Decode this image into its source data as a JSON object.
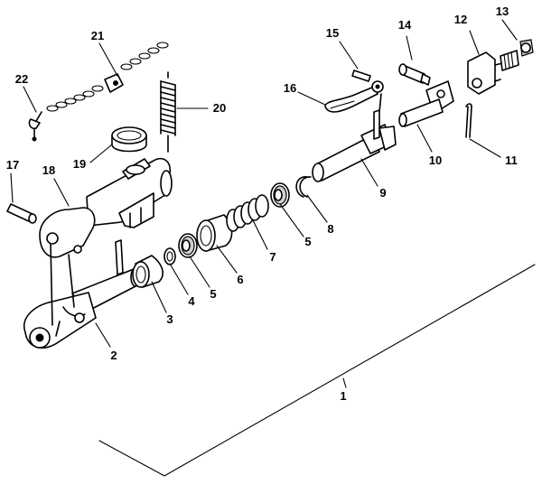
{
  "callouts": [
    {
      "id": "c1",
      "text": "1"
    },
    {
      "id": "c2",
      "text": "2"
    },
    {
      "id": "c3",
      "text": "3"
    },
    {
      "id": "c4",
      "text": "4"
    },
    {
      "id": "c5a",
      "text": "5"
    },
    {
      "id": "c5b",
      "text": "5"
    },
    {
      "id": "c6",
      "text": "6"
    },
    {
      "id": "c7",
      "text": "7"
    },
    {
      "id": "c8",
      "text": "8"
    },
    {
      "id": "c9",
      "text": "9"
    },
    {
      "id": "c10",
      "text": "10"
    },
    {
      "id": "c11",
      "text": "11"
    },
    {
      "id": "c12",
      "text": "12"
    },
    {
      "id": "c13",
      "text": "13"
    },
    {
      "id": "c14",
      "text": "14"
    },
    {
      "id": "c15",
      "text": "15"
    },
    {
      "id": "c16",
      "text": "16"
    },
    {
      "id": "c17",
      "text": "17"
    },
    {
      "id": "c18",
      "text": "18"
    },
    {
      "id": "c19",
      "text": "19"
    },
    {
      "id": "c20",
      "text": "20"
    },
    {
      "id": "c21",
      "text": "21"
    },
    {
      "id": "c22",
      "text": "22"
    }
  ]
}
